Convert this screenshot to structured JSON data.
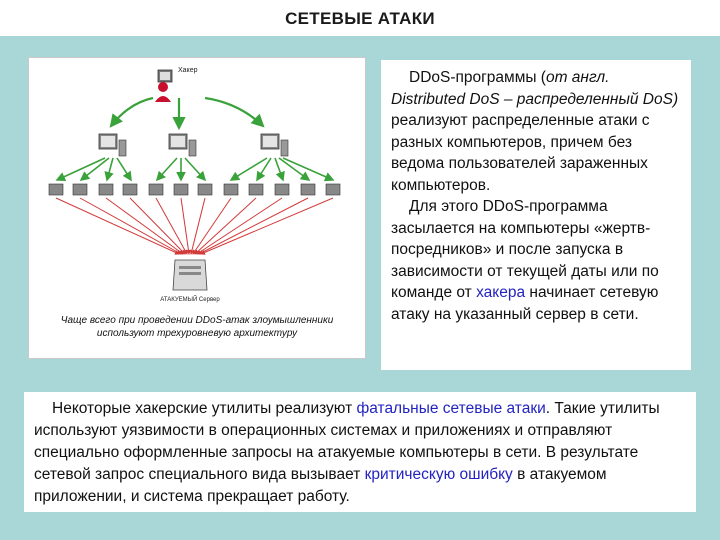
{
  "slide": {
    "title": "СЕТЕВЫЕ АТАКИ"
  },
  "diagram": {
    "hacker_label": "Хакер",
    "server_label": "АТАКУЕМЫЙ Сервер",
    "caption_line1": "Чаще всего при проведении DDoS-атак злоумышленники",
    "caption_line2": "используют трехуровневую архитектуру",
    "colors": {
      "green_arrow": "#3aa23a",
      "red_arrow": "#d23a3a",
      "hacker_red": "#c8102e"
    },
    "icons": [
      "hacker-icon",
      "computer-icon",
      "server-icon"
    ]
  },
  "right_text": {
    "p1_part1": "DDoS-программы (",
    "p1_italic": "от англ. Distributed DoS – распределенный DoS)",
    "p1_part2": " реализуют распределенные атаки с разных компьютеров, причем без ведома пользователей зараженных компьютеров.",
    "p2_part1": "Для этого DDoS-программа засылается на компьютеры «жертв-посредников» и после запуска в зависимости от текущей даты или по команде от ",
    "p2_highlight": "хакера",
    "p2_part2": " начинает сетевую атаку на указанный сервер в сети."
  },
  "bottom_text": {
    "part1": "Некоторые хакерские утилиты реализуют ",
    "highlight1": "фатальные сетевые атаки",
    "part2": ". Такие утилиты используют уязвимости в операционных системах и приложениях и отправляют специально оформленные запросы на атакуемые компьютеры в сети. В результате сетевой запрос специального вида вызывает ",
    "highlight2": "критическую ошибку",
    "part3": " в атакуемом приложении, и система прекращает работу."
  }
}
